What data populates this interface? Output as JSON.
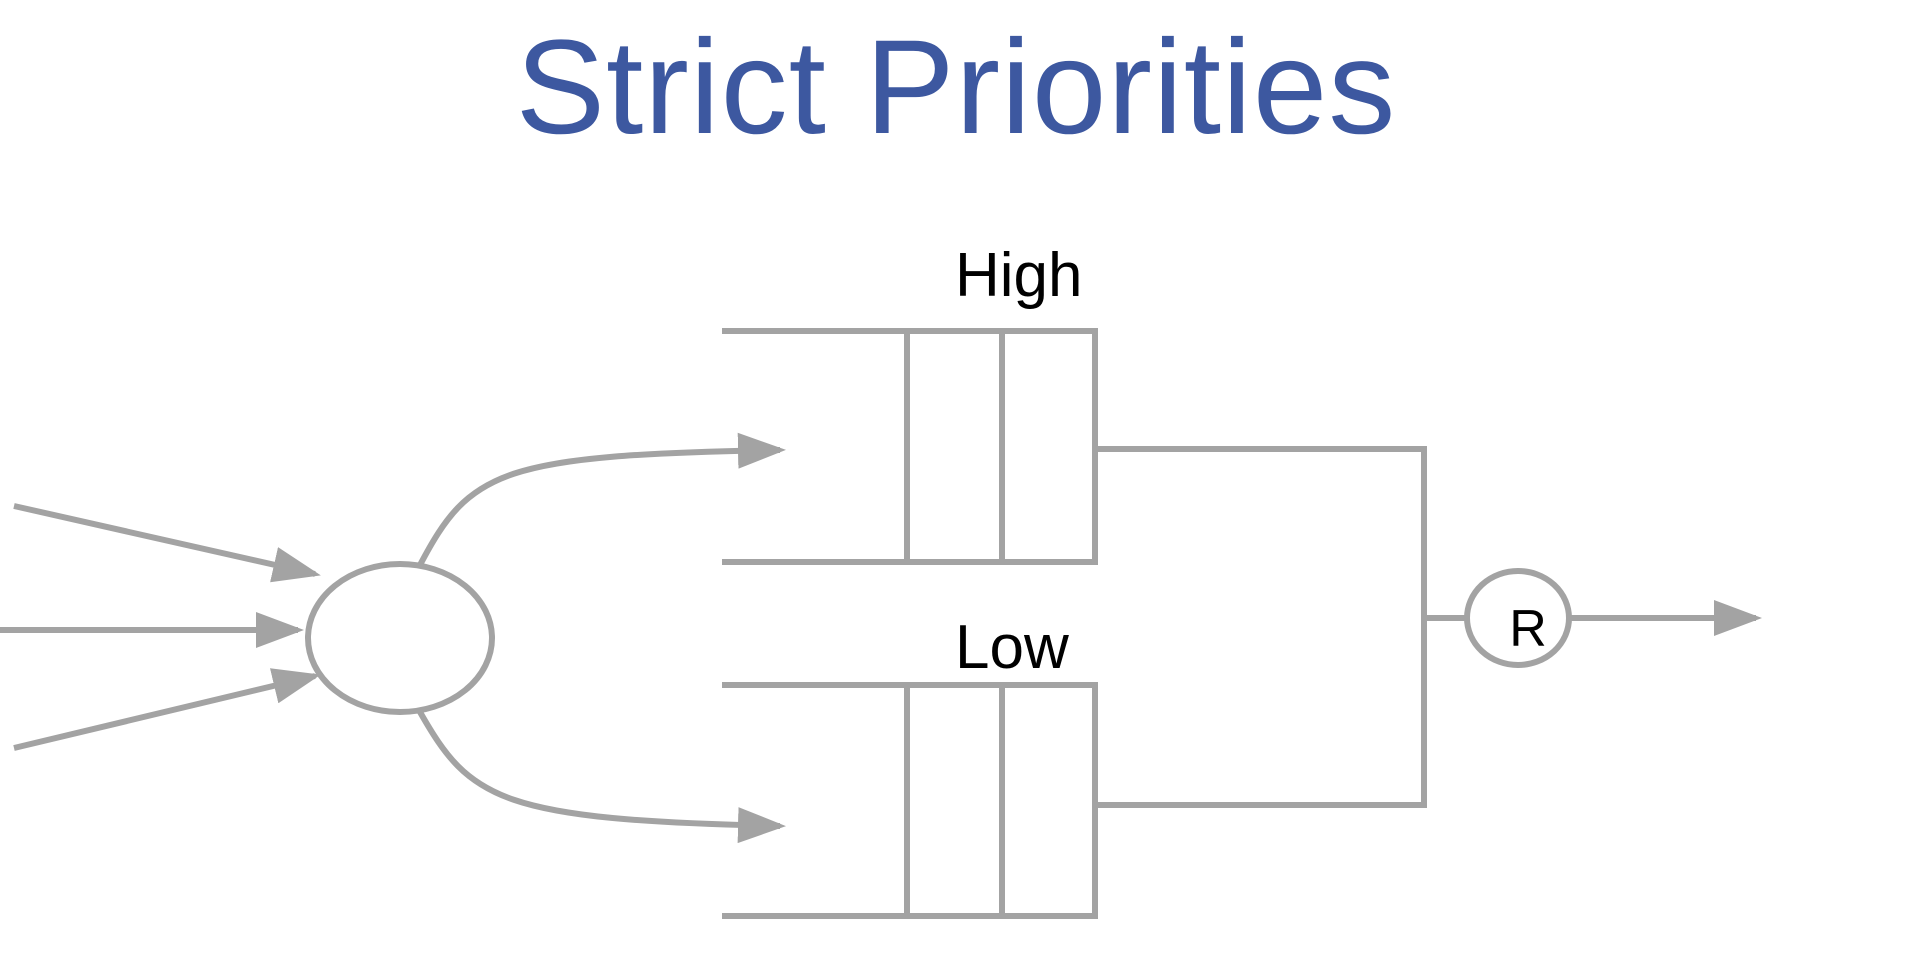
{
  "slide": {
    "title": "Strict Priorities"
  },
  "diagram": {
    "input_flows": 3,
    "classifier": {
      "label": ""
    },
    "queues": [
      {
        "label": "High",
        "slots": 3
      },
      {
        "label": "Low",
        "slots": 3
      }
    ],
    "scheduler": {
      "label": "R"
    },
    "colors": {
      "title": "#3d58a0",
      "lines": "#a3a3a3",
      "text": "#000000",
      "background": "#ffffff"
    }
  }
}
